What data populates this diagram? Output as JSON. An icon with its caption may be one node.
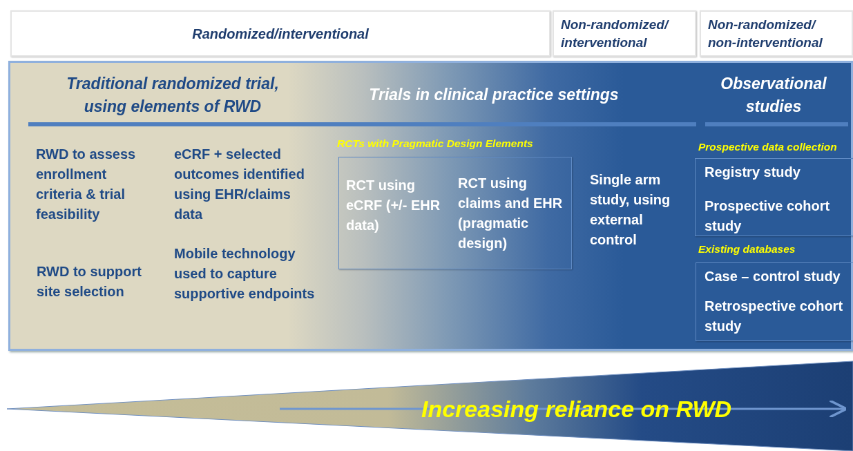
{
  "diagram": {
    "nodes": [
      {
        "text": [
          "Randomized/interventional"
        ]
      },
      {
        "text": [
          "Non-randomized/ interventional"
        ]
      },
      {
        "text": [
          "Non-randomized/ non-interventional"
        ]
      },
      {
        "text": [],
        "shape": "box"
      },
      {
        "text": [
          "RCTs with Pragmatic Design Elements",
          "RCT using eCRF (+/- EHR data)",
          "RCT using claims and EHR (pragmatic design)"
        ],
        "in": 3
      },
      {
        "text": [
          "Prospective data collection",
          "Registry study",
          "Prospective cohort study"
        ],
        "in": 3
      },
      {
        "text": [
          "Existing databases",
          "Case – control  study",
          "Retrospective cohort study"
        ],
        "in": 3
      },
      {
        "text": [
          "Increasing reliance on RWD"
        ]
      }
    ],
    "labels": [
      "Traditional randomized trial, using elements of RWD",
      "Trials in clinical practice settings",
      "Observational studies",
      "RWD to assess enrollment criteria & trial feasibility",
      "eCRF + selected outcomes identified using EHR/claims data",
      "Single arm study, using external control",
      "RWD to support site selection",
      "Mobile technology used to capture supportive endpoints"
    ]
  }
}
